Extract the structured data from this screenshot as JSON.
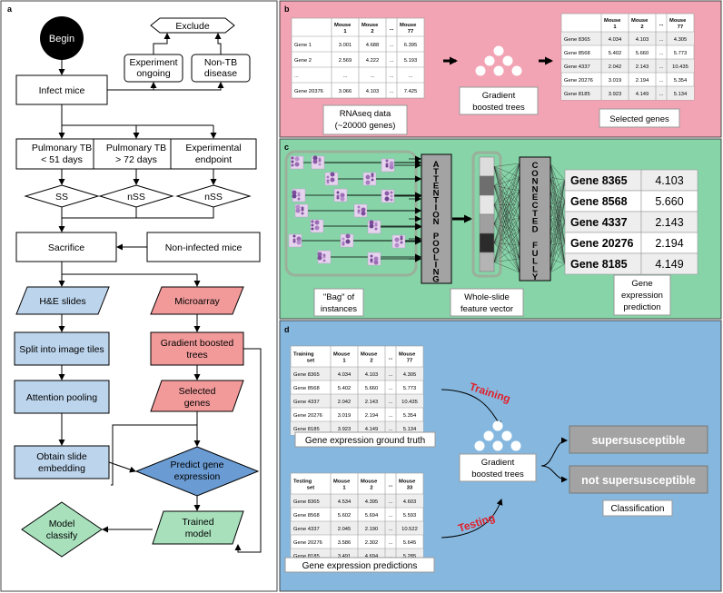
{
  "panel_labels": {
    "a": "a",
    "b": "b",
    "c": "c",
    "d": "d"
  },
  "colors": {
    "panel_b_bg": "#f2a4b4",
    "panel_c_bg": "#86d4a8",
    "panel_d_bg": "#86b8df",
    "blue_node": "#bcd4ec",
    "red_node": "#f29a9a",
    "green_node": "#a8e0bc",
    "decision_blue": "#6a9bd2",
    "gray_box": "#a3a3a3"
  },
  "flowchart": {
    "begin": "Begin",
    "exclude": "Exclude",
    "experiment_ongoing": [
      "Experiment",
      "ongoing"
    ],
    "non_tb_disease": [
      "Non-TB",
      "disease"
    ],
    "infect_mice": "Infect mice",
    "group1": [
      "Pulmonary TB",
      "< 51 days"
    ],
    "group2": [
      "Pulmonary TB",
      "> 72 days"
    ],
    "group3": [
      "Experimental",
      "endpoint"
    ],
    "ss": "SS",
    "nss1": "nSS",
    "nss2": "nSS",
    "sacrifice": "Sacrifice",
    "non_infected": "Non-infected mice",
    "he_slides": "H&E slides",
    "microarray": "Microarray",
    "split_tiles": "Split into image tiles",
    "gradient_boosted": [
      "Gradient boosted",
      "trees"
    ],
    "attention_pooling": "Attention pooling",
    "selected_genes": [
      "Selected",
      "genes"
    ],
    "obtain_slide": [
      "Obtain slide",
      "embedding"
    ],
    "predict_gene": [
      "Predict gene",
      "expression"
    ],
    "trained_model": [
      "Trained",
      "model"
    ],
    "model_classify": [
      "Model",
      "classify"
    ]
  },
  "panel_b": {
    "rnaseq_table": {
      "header": [
        "",
        "Mouse 1",
        "Mouse 2",
        "...",
        "Mouse 77"
      ],
      "rows": [
        [
          "Gene 1",
          "3.001",
          "4.688",
          "...",
          "6.395"
        ],
        [
          "Gene 2",
          "2.569",
          "4.222",
          "...",
          "5.193"
        ],
        [
          "...",
          "...",
          "...",
          "...",
          "..."
        ],
        [
          "Gene 20376",
          "3.066",
          "4.103",
          "...",
          "7.425"
        ]
      ]
    },
    "rnaseq_caption": [
      "RNAseq data",
      "(~20000 genes)"
    ],
    "gbt_caption": [
      "Gradient",
      "boosted trees"
    ],
    "selected_table": {
      "header": [
        "",
        "Mouse 1",
        "Mouse 2",
        "...",
        "Mouse 77"
      ],
      "rows": [
        [
          "Gene 8365",
          "4.034",
          "4.103",
          "...",
          "4.305"
        ],
        [
          "Gene 8568",
          "5.402",
          "5.660",
          "...",
          "5.773"
        ],
        [
          "Gene 4337",
          "2.042",
          "2.143",
          "...",
          "10.435"
        ],
        [
          "Gene 20276",
          "3.019",
          "2.194",
          "...",
          "5.354"
        ],
        [
          "Gene 8185",
          "3.923",
          "4.149",
          "...",
          "5.134"
        ]
      ]
    },
    "selected_caption": "Selected genes"
  },
  "panel_c": {
    "attention_letters": [
      "A",
      "T",
      "T",
      "E",
      "N",
      "T",
      "I",
      "O",
      "N",
      "",
      "P",
      "O",
      "O",
      "L",
      "I",
      "N",
      "G"
    ],
    "fully_connected_letters": [
      "C",
      "O",
      "N",
      "N",
      "E",
      "C",
      "T",
      "E",
      "D",
      "",
      "F",
      "U",
      "L",
      "L",
      "Y"
    ],
    "bag_caption": [
      "\"Bag\" of",
      "instances"
    ],
    "vector_caption": [
      "Whole-slide",
      "feature vector"
    ],
    "prediction_caption": [
      "Gene",
      "expression",
      "prediction"
    ],
    "vector_shades": [
      "#dcdcdc",
      "#6e6e6e",
      "#e6e6e6",
      "#a0a0a0",
      "#2b2b2b",
      "#b4b4b4"
    ],
    "genes": [
      {
        "name": "Gene 8365",
        "value": "4.103"
      },
      {
        "name": "Gene 8568",
        "value": "5.660"
      },
      {
        "name": "Gene 4337",
        "value": "2.143"
      },
      {
        "name": "Gene 20276",
        "value": "2.194"
      },
      {
        "name": "Gene 8185",
        "value": "4.149"
      }
    ]
  },
  "panel_d": {
    "training_table": {
      "header": [
        "Training set",
        "Mouse 1",
        "Mouse 2",
        "...",
        "Mouse 77"
      ],
      "rows": [
        [
          "Gene 8365",
          "4.034",
          "4.103",
          "...",
          "4.305"
        ],
        [
          "Gene 8568",
          "5.402",
          "5.660",
          "...",
          "5.773"
        ],
        [
          "Gene 4337",
          "2.042",
          "2.143",
          "...",
          "10.435"
        ],
        [
          "Gene 20276",
          "3.019",
          "2.194",
          "...",
          "5.354"
        ],
        [
          "Gene 8185",
          "3.923",
          "4.149",
          "...",
          "5.134"
        ]
      ]
    },
    "training_caption": "Gene expression ground truth",
    "testing_table": {
      "header": [
        "Testing set",
        "Mouse 1",
        "Mouse 2",
        "...",
        "Mouse 33"
      ],
      "rows": [
        [
          "Gene 8365",
          "4.534",
          "4.395",
          "...",
          "4.603"
        ],
        [
          "Gene 8568",
          "5.602",
          "5.694",
          "...",
          "5.593"
        ],
        [
          "Gene 4337",
          "2.045",
          "2.190",
          "...",
          "10.522"
        ],
        [
          "Gene 20276",
          "3.586",
          "2.302",
          "...",
          "5.645"
        ],
        [
          "Gene 8185",
          "3.491",
          "4.694",
          "...",
          "5.285"
        ]
      ]
    },
    "testing_caption": "Gene expression predictions",
    "training_label": "Training",
    "testing_label": "Testing",
    "gbt_caption": [
      "Gradient",
      "boosted trees"
    ],
    "out_ss": "supersusceptible",
    "out_nss": "not supersusceptible",
    "classification": "Classification"
  }
}
